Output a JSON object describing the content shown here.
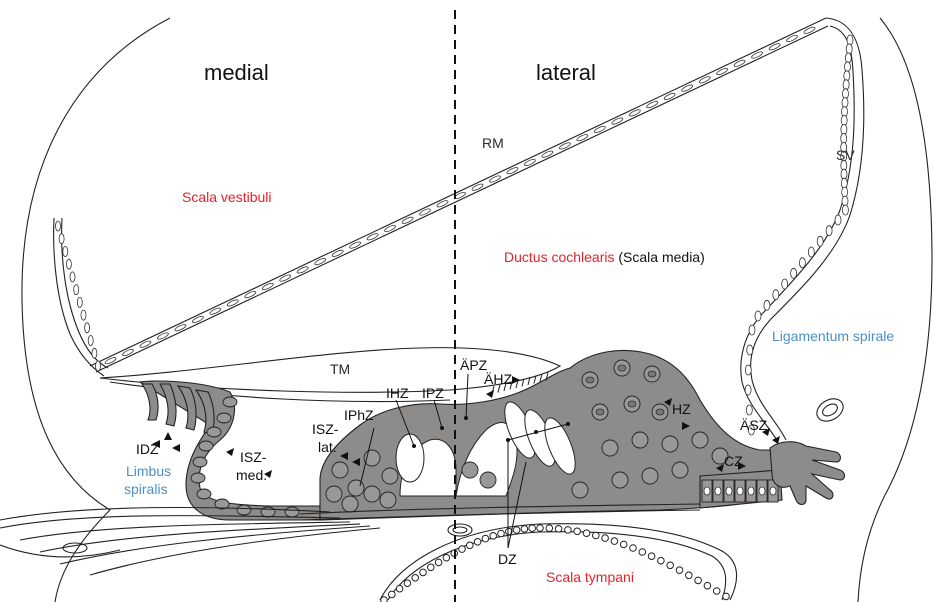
{
  "orientation": {
    "medial": "medial",
    "lateral": "lateral"
  },
  "compartments": {
    "scala_vestibuli": "Scala vestibuli",
    "ductus_cochlearis_red": "Ductus cochlearis",
    "ductus_cochlearis_black": " (Scala media)",
    "scala_tympani": "Scala tympani"
  },
  "structures": {
    "rm": "RM",
    "sv": "SV",
    "tm": "TM",
    "ligamentum_spirale": "Ligamentum spirale",
    "limbus_line1": "Limbus",
    "limbus_line2": "spiralis"
  },
  "zones": {
    "idz": "IDZ",
    "isz_med_1": "ISZ-",
    "isz_med_2": "med.",
    "isz_lat_1": "ISZ-",
    "isz_lat_2": "lat.",
    "iphz": "IPhZ",
    "ihz": "IHZ",
    "ipz": "IPZ",
    "apz": "ÄPZ",
    "ahz": "ÄHZ",
    "hz": "HZ",
    "asz": "ÄSZ",
    "cz": "CZ",
    "dz": "DZ"
  },
  "colors": {
    "compartment_label": "#e8202a",
    "ligament_label": "#4a90c8",
    "epithelium_grey": "#8e8c8a"
  }
}
